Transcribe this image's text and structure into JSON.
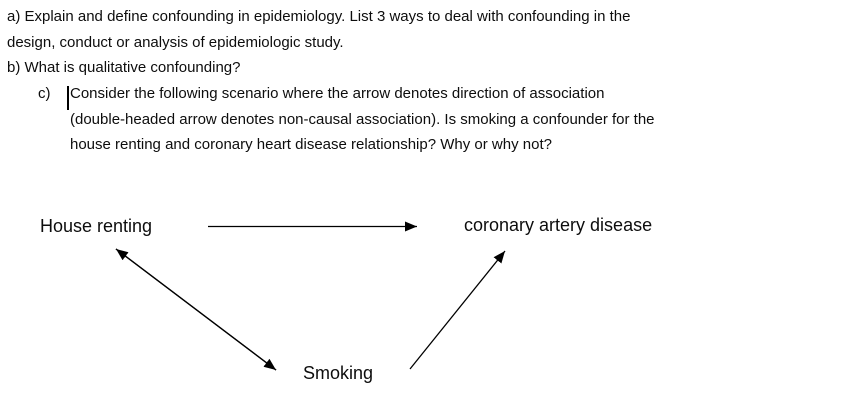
{
  "page": {
    "background": "#ffffff",
    "text_color": "#0d0d0d"
  },
  "questions": {
    "a": {
      "lines": [
        "a) Explain and define confounding in epidemiology. List 3 ways to deal with confounding in the",
        "design, conduct or analysis of epidemiologic study."
      ]
    },
    "b": {
      "text": "b) What is qualitative confounding?"
    },
    "c": {
      "marker": "c)",
      "lines": [
        "Consider the following scenario where the arrow denotes direction of association",
        "(double-headed arrow denotes non-causal association). Is smoking a confounder for the",
        "house renting and coronary heart disease relationship? Why or why not?"
      ]
    }
  },
  "diagram": {
    "nodes": [
      {
        "id": "exposure",
        "label": "House renting"
      },
      {
        "id": "outcome",
        "label": "coronary artery disease"
      },
      {
        "id": "third-variable",
        "label": "Smoking"
      }
    ],
    "edges": [
      {
        "from": "House renting",
        "to": "coronary artery disease",
        "arrow": "single-headed"
      },
      {
        "from": "House renting",
        "to": "Smoking",
        "arrow": "double-headed"
      },
      {
        "from": "Smoking",
        "to": "coronary artery disease",
        "arrow": "single-headed"
      }
    ]
  }
}
